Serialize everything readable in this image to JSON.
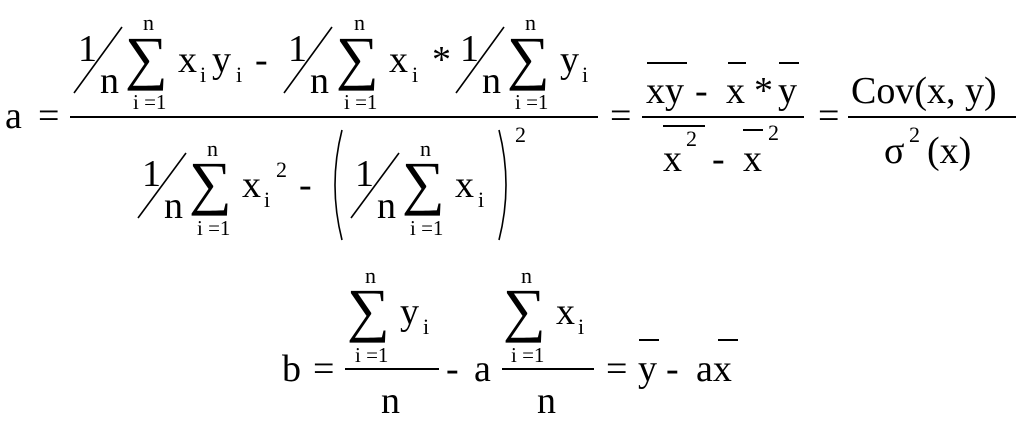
{
  "equation_a": {
    "lhs": "a",
    "eq": "=",
    "one": "1",
    "n": "n",
    "sigma": "∑",
    "upper": "n",
    "lower": "i =1",
    "x": "x",
    "y": "y",
    "i": "i",
    "minus": "-",
    "times": "*",
    "sq": "2",
    "xy": "xy",
    "cov": "Cov(x, y)",
    "sigma_lower": "σ",
    "paren_x": "(x)"
  },
  "equation_b": {
    "lhs": "b",
    "eq": "=",
    "sigma": "∑",
    "upper": "n",
    "lower": "i =1",
    "x": "x",
    "y": "y",
    "i": "i",
    "n": "n",
    "minus": "-",
    "a": "a",
    "ax": "ax"
  }
}
